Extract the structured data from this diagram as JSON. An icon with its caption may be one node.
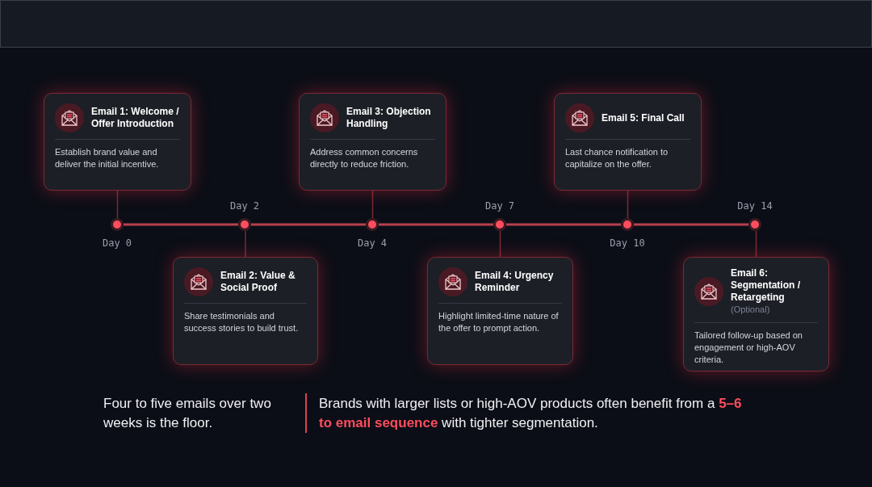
{
  "diagram": {
    "nodes": [
      {
        "text": [
          "Email 1: Welcome / Offer Introduction",
          "Establish brand value and deliver the initial incentive."
        ]
      },
      {
        "text": [
          "Email 2: Value & Social Proof",
          "Share testimonials and success stories to build trust."
        ]
      },
      {
        "text": [
          "Email 3: Objection Handling",
          "Address common concerns directly to reduce friction."
        ]
      },
      {
        "text": [
          "Email 4: Urgency Reminder",
          "Highlight limited-time nature of the offer to prompt action."
        ]
      },
      {
        "text": [
          "Email 5: Final Call",
          "Last chance notification to capitalize on the offer."
        ]
      },
      {
        "text": [
          "Email 6: Segmentation / Retargeting",
          "(Optional)",
          "Tailored follow-up based on engagement or high-AOV criteria."
        ]
      },
      {
        "text": [],
        "shape": "circle",
        "beside": [
          "Day 0"
        ]
      },
      {
        "text": [],
        "shape": "circle",
        "beside": [
          "Day 2"
        ]
      },
      {
        "text": [],
        "shape": "circle",
        "beside": [
          "Day 4"
        ]
      },
      {
        "text": [],
        "shape": "circle",
        "beside": [
          "Day 7"
        ]
      },
      {
        "text": [],
        "shape": "circle",
        "beside": [
          "Day 10"
        ]
      },
      {
        "text": [],
        "shape": "circle",
        "beside": [
          "Day 14"
        ]
      }
    ],
    "edges": [
      {
        "from": 0,
        "to": 6,
        "arrow": "none"
      },
      {
        "from": 1,
        "to": 7,
        "arrow": "none"
      },
      {
        "from": 2,
        "to": 8,
        "arrow": "none"
      },
      {
        "from": 3,
        "to": 9,
        "arrow": "none"
      },
      {
        "from": 4,
        "to": 10,
        "arrow": "none"
      },
      {
        "from": 5,
        "to": 11,
        "arrow": "none"
      },
      {
        "from": 6,
        "to": 7,
        "arrow": "none"
      },
      {
        "from": 7,
        "to": 8,
        "arrow": "none"
      },
      {
        "from": 8,
        "to": 9,
        "arrow": "none"
      },
      {
        "from": 9,
        "to": 10,
        "arrow": "none"
      },
      {
        "from": 10,
        "to": 11,
        "arrow": "none"
      }
    ],
    "labels": [
      "Four to five emails over two weeks is the floor.",
      "Brands with larger lists or high-AOV products often benefit from a **5–6 to email sequence** with tighter segmentation."
    ]
  }
}
